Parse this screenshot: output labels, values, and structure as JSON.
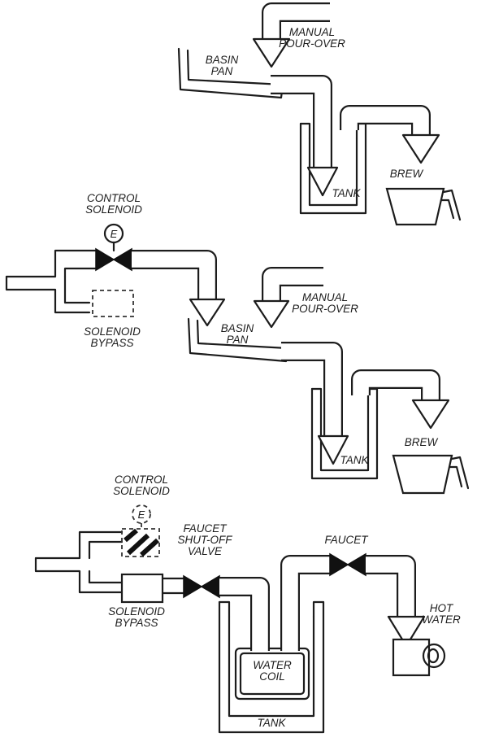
{
  "diagram1": {
    "manual_pour_over": [
      "MANUAL",
      "POUR-OVER"
    ],
    "basin_pan": [
      "BASIN",
      "PAN"
    ],
    "tank": "TANK",
    "brew": "BREW"
  },
  "diagram2": {
    "control_solenoid": [
      "CONTROL",
      "SOLENOID"
    ],
    "solenoid_symbol": "E",
    "solenoid_bypass": [
      "SOLENOID",
      "BYPASS"
    ],
    "manual_pour_over": [
      "MANUAL",
      "POUR-OVER"
    ],
    "basin_pan": [
      "BASIN",
      "PAN"
    ],
    "tank": "TANK",
    "brew": "BREW"
  },
  "diagram3": {
    "control_solenoid": [
      "CONTROL",
      "SOLENOID"
    ],
    "solenoid_symbol": "E",
    "faucet_shutoff_valve": [
      "FAUCET",
      "SHUT-OFF",
      "VALVE"
    ],
    "faucet": "FAUCET",
    "solenoid_bypass": [
      "SOLENOID",
      "BYPASS"
    ],
    "water_coil": [
      "WATER",
      "COIL"
    ],
    "tank": "TANK",
    "hot_water": [
      "HOT",
      "WATER"
    ]
  }
}
